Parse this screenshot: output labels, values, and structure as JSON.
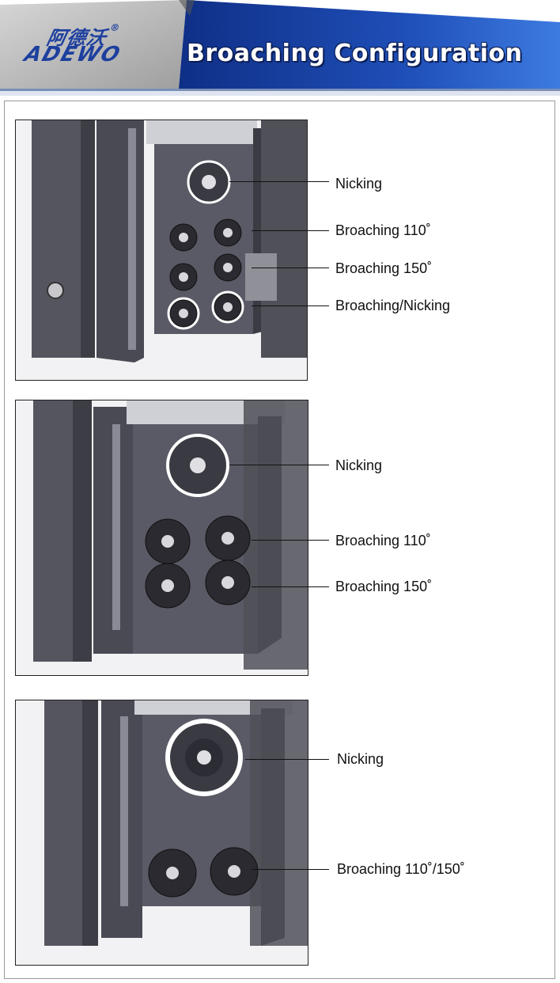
{
  "header": {
    "logo_cn": "阿德沃",
    "logo_reg": "®",
    "logo_en": "ADEWO",
    "title": "Broaching Configuration"
  },
  "colors": {
    "title_text": "#ffffff",
    "header_blue": "#1f4fb8",
    "header_gray": "#b9b9b9",
    "machine_body": "#4a4a55"
  },
  "panels": [
    {
      "callouts": [
        "Nicking",
        "Broaching  110˚",
        "Broaching  150˚",
        "Broaching/Nicking"
      ]
    },
    {
      "callouts": [
        "Nicking",
        "Broaching  110˚",
        "Broaching  150˚"
      ]
    },
    {
      "callouts": [
        "Nicking",
        "Broaching  110˚/150˚"
      ]
    }
  ]
}
